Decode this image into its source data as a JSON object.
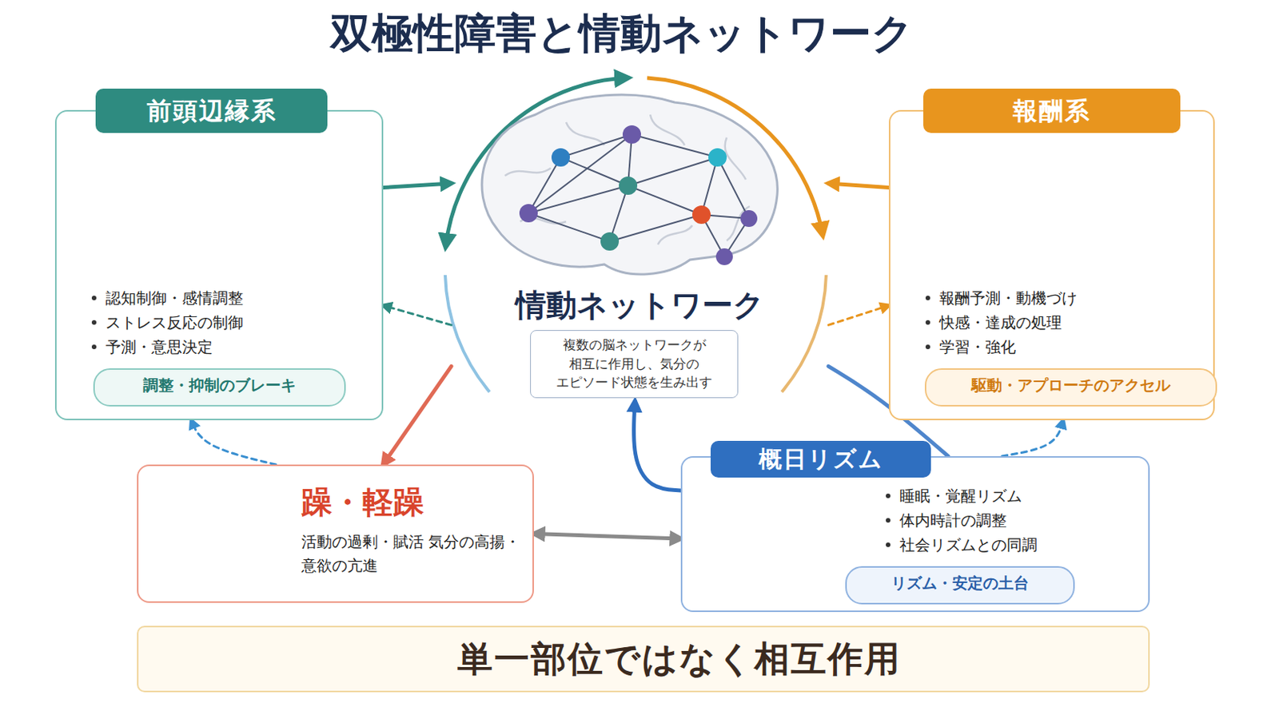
{
  "diagram": {
    "title": "双極性障害と情動ネットワーク",
    "nodes": [
      {
        "text": [
          "前頭辺縁系",
          "認知制御・感情調整",
          "ストレス反応の制御",
          "予測・意思決定"
        ]
      },
      {
        "text": [
          "調整・抑制のブレーキ"
        ],
        "in": 0
      },
      {
        "text": [
          "情動ネットワーク"
        ]
      },
      {
        "text": [
          "複数の脳ネットワークが 相互に作用し、気分の エピソード状態を生み出す"
        ],
        "in": 2
      },
      {
        "text": [
          "報酬系",
          "報酬予測・動機づけ",
          "快感・達成の処理",
          "学習・強化"
        ]
      },
      {
        "text": [
          "駆動・アプローチのアクセル"
        ],
        "in": 4
      },
      {
        "text": [
          "躁・軽躁",
          "活動の過剰・賦活 気分の高揚・意欲の亢進"
        ]
      },
      {
        "text": [
          "概日リズム",
          "睡眠・覚醒リズム",
          "体内時計の調整",
          "社会リズムとの同調"
        ]
      },
      {
        "text": [
          "リズム・安定の土台"
        ],
        "in": 7
      },
      {
        "text": [
          "単一部位ではなく相互作用"
        ]
      }
    ],
    "edges": [
      {
        "from": 0,
        "to": 2,
        "arrow": "to"
      },
      {
        "from": 2,
        "to": 0,
        "arrow": "to"
      },
      {
        "from": 4,
        "to": 2,
        "arrow": "to"
      },
      {
        "from": 2,
        "to": 4,
        "arrow": "to"
      },
      {
        "from": 2,
        "to": 6,
        "arrow": "to"
      },
      {
        "from": 2,
        "to": 7,
        "arrow": "none"
      },
      {
        "from": 7,
        "to": 2,
        "arrow": "to"
      },
      {
        "from": 6,
        "to": 7,
        "arrow": "both"
      },
      {
        "from": 6,
        "to": 0,
        "arrow": "to"
      },
      {
        "from": 7,
        "to": 4,
        "arrow": "to"
      }
    ]
  }
}
